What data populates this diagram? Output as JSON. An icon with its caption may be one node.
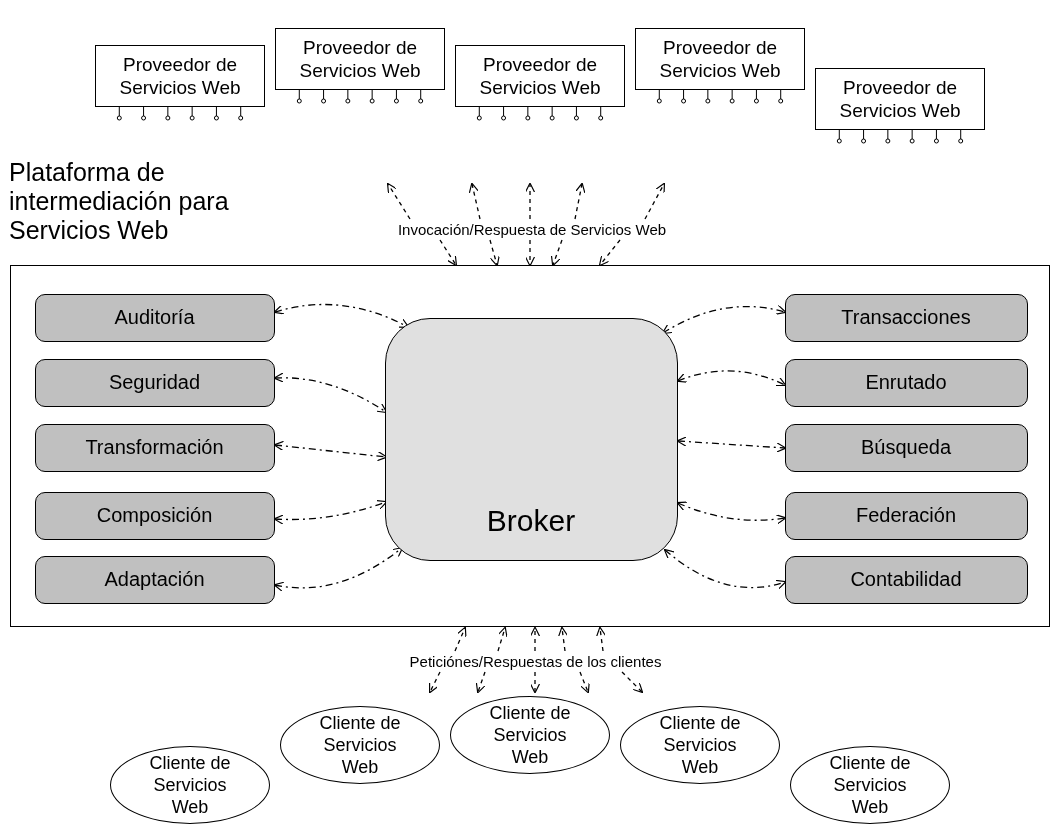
{
  "diagram": {
    "nodes": [
      {
        "text": [
          "Proveedor de Servicios Web"
        ]
      },
      {
        "text": [
          "Proveedor de Servicios Web"
        ]
      },
      {
        "text": [
          "Proveedor de Servicios Web"
        ]
      },
      {
        "text": [
          "Proveedor de Servicios Web"
        ]
      },
      {
        "text": [
          "Proveedor de Servicios Web"
        ]
      },
      {
        "text": [
          "Invocación/Respuesta de Servicios Web"
        ]
      },
      {
        "text": [
          "Plataforma de intermediación para Servicios Web"
        ]
      },
      {
        "text": [
          "Broker"
        ],
        "in": 6
      },
      {
        "text": [
          "Auditoría"
        ],
        "in": 6
      },
      {
        "text": [
          "Seguridad"
        ],
        "in": 6
      },
      {
        "text": [
          "Transformación"
        ],
        "in": 6
      },
      {
        "text": [
          "Composición"
        ],
        "in": 6
      },
      {
        "text": [
          "Adaptación"
        ],
        "in": 6
      },
      {
        "text": [
          "Transacciones"
        ],
        "in": 6
      },
      {
        "text": [
          "Enrutado"
        ],
        "in": 6
      },
      {
        "text": [
          "Búsqueda"
        ],
        "in": 6
      },
      {
        "text": [
          "Federación"
        ],
        "in": 6
      },
      {
        "text": [
          "Contabilidad"
        ],
        "in": 6
      },
      {
        "text": [
          "Peticiónes/Respuestas de los clientes"
        ]
      },
      {
        "text": [
          "Cliente de Servicios Web"
        ]
      },
      {
        "text": [
          "Cliente de Servicios Web"
        ]
      },
      {
        "text": [
          "Cliente de Servicios Web"
        ]
      },
      {
        "text": [
          "Cliente de Servicios Web"
        ]
      },
      {
        "text": [
          "Cliente de Servicios Web"
        ]
      }
    ],
    "edges": [
      {
        "from": 8,
        "to": 7,
        "arrow": "both",
        "style": "dashed"
      },
      {
        "from": 9,
        "to": 7,
        "arrow": "both",
        "style": "dashed"
      },
      {
        "from": 10,
        "to": 7,
        "arrow": "both",
        "style": "dashed"
      },
      {
        "from": 11,
        "to": 7,
        "arrow": "both",
        "style": "dashed"
      },
      {
        "from": 12,
        "to": 7,
        "arrow": "both",
        "style": "dashed"
      },
      {
        "from": 7,
        "to": 13,
        "arrow": "both",
        "style": "dashed"
      },
      {
        "from": 7,
        "to": 14,
        "arrow": "both",
        "style": "dashed"
      },
      {
        "from": 7,
        "to": 15,
        "arrow": "both",
        "style": "dashed"
      },
      {
        "from": 7,
        "to": 16,
        "arrow": "both",
        "style": "dashed"
      },
      {
        "from": 7,
        "to": 17,
        "arrow": "both",
        "style": "dashed"
      },
      {
        "from": 5,
        "to": null,
        "arrow": "to",
        "style": "dashed"
      },
      {
        "from": 5,
        "to": null,
        "arrow": "to",
        "style": "dashed"
      },
      {
        "from": 5,
        "to": null,
        "arrow": "to",
        "style": "dashed"
      },
      {
        "from": 5,
        "to": null,
        "arrow": "to",
        "style": "dashed"
      },
      {
        "from": 5,
        "to": null,
        "arrow": "to",
        "style": "dashed"
      },
      {
        "from": 5,
        "to": 6,
        "arrow": "to",
        "style": "dashed"
      },
      {
        "from": 5,
        "to": 6,
        "arrow": "to",
        "style": "dashed"
      },
      {
        "from": 5,
        "to": 6,
        "arrow": "to",
        "style": "dashed"
      },
      {
        "from": 5,
        "to": 6,
        "arrow": "to",
        "style": "dashed"
      },
      {
        "from": 5,
        "to": 6,
        "arrow": "to",
        "style": "dashed"
      },
      {
        "from": 18,
        "to": 6,
        "arrow": "to",
        "style": "dashed"
      },
      {
        "from": 18,
        "to": 6,
        "arrow": "to",
        "style": "dashed"
      },
      {
        "from": 18,
        "to": 6,
        "arrow": "to",
        "style": "dashed"
      },
      {
        "from": 18,
        "to": 6,
        "arrow": "to",
        "style": "dashed"
      },
      {
        "from": 18,
        "to": 6,
        "arrow": "to",
        "style": "dashed"
      },
      {
        "from": 18,
        "to": null,
        "arrow": "to",
        "style": "dashed"
      },
      {
        "from": 18,
        "to": null,
        "arrow": "to",
        "style": "dashed"
      },
      {
        "from": 18,
        "to": null,
        "arrow": "to",
        "style": "dashed"
      },
      {
        "from": 18,
        "to": null,
        "arrow": "to",
        "style": "dashed"
      },
      {
        "from": 18,
        "to": null,
        "arrow": "to",
        "style": "dashed"
      }
    ]
  }
}
